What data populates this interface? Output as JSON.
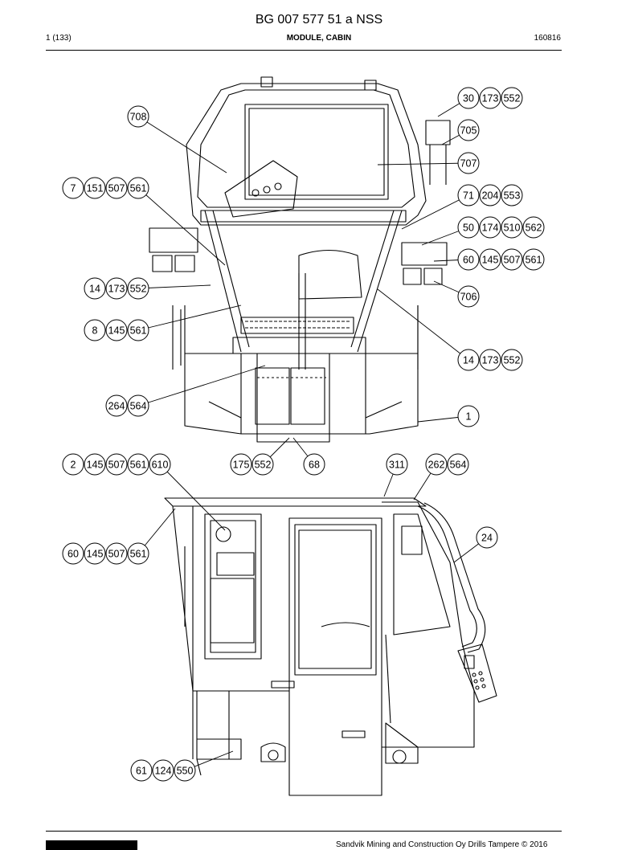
{
  "header": {
    "title": "BG 007 577 51 a NSS",
    "page": "1 (133)",
    "section": "MODULE, CABIN",
    "date": "160816"
  },
  "footer": {
    "copyright": "Sandvik Mining and Construction Oy Drills Tampere © 2016"
  },
  "callouts": [
    [
      "30",
      "173",
      "552"
    ],
    [
      "708"
    ],
    [
      "705"
    ],
    [
      "707"
    ],
    [
      "7",
      "151",
      "507",
      "561"
    ],
    [
      "71",
      "204",
      "553"
    ],
    [
      "50",
      "174",
      "510",
      "562"
    ],
    [
      "60",
      "145",
      "507",
      "561"
    ],
    [
      "14",
      "173",
      "552"
    ],
    [
      "706"
    ],
    [
      "8",
      "145",
      "561"
    ],
    [
      "14",
      "173",
      "552"
    ],
    [
      "264",
      "564"
    ],
    [
      "1"
    ],
    [
      "2",
      "145",
      "507",
      "561",
      "610"
    ],
    [
      "175",
      "552"
    ],
    [
      "68"
    ],
    [
      "311"
    ],
    [
      "262",
      "564"
    ],
    [
      "24"
    ],
    [
      "60",
      "145",
      "507",
      "561"
    ],
    [
      "61",
      "124",
      "550"
    ]
  ]
}
